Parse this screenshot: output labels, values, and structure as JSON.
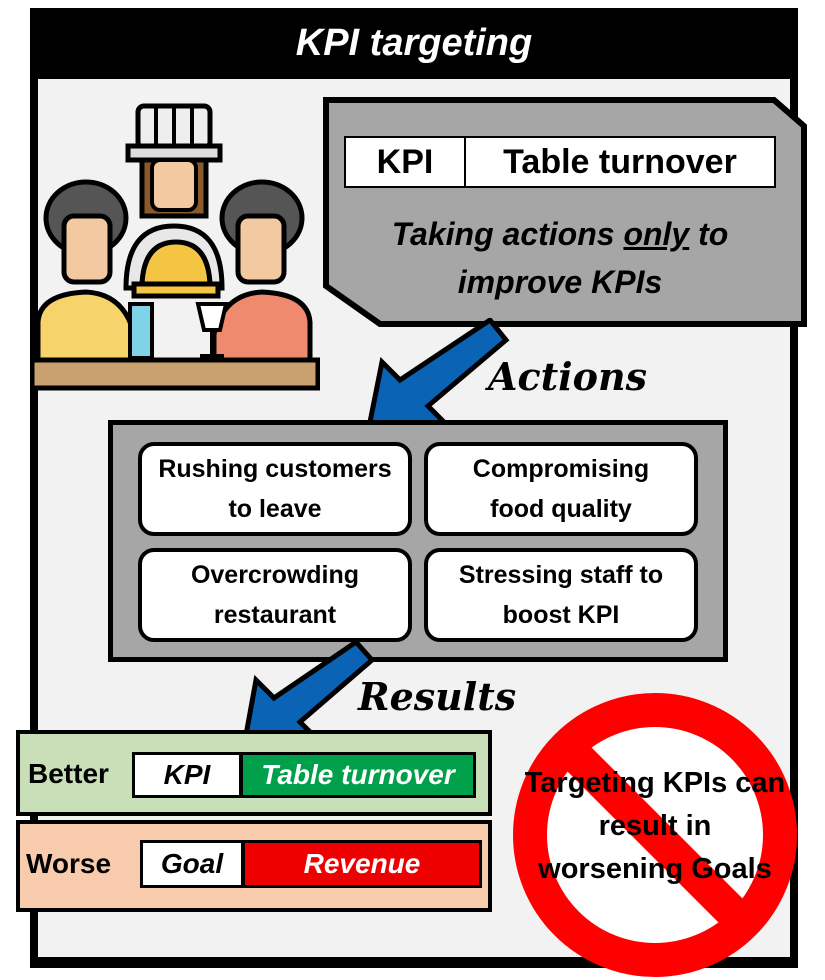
{
  "header": {
    "title": "KPI targeting"
  },
  "kpi_card": {
    "key": "KPI",
    "value": "Table turnover",
    "note_prefix": "Taking actions ",
    "note_emphasis": "only",
    "note_suffix_line1": " to",
    "note_line2": "improve KPIs"
  },
  "labels": {
    "actions": "Actions",
    "results": "Results"
  },
  "actions": {
    "items": [
      {
        "line1": "Rushing customers",
        "line2": "to leave"
      },
      {
        "line1": "Compromising",
        "line2": "food quality"
      },
      {
        "line1": "Overcrowding",
        "line2": "restaurant"
      },
      {
        "line1": "Stressing staff to",
        "line2": "boost KPI"
      }
    ]
  },
  "results": {
    "better": {
      "label": "Better",
      "key": "KPI",
      "value": "Table turnover"
    },
    "worse": {
      "label": "Worse",
      "key": "Goal",
      "value": "Revenue"
    }
  },
  "warning": {
    "line1": "Targeting KPIs can",
    "line2": "result in",
    "line3": "worsening Goals"
  },
  "colors": {
    "arrow_blue": "#0b63b5",
    "better_bg": "#c9dfb7",
    "worse_bg": "#f8cbad",
    "kpi_green": "#00a04a",
    "goal_red": "#ef0000",
    "prohibit_red": "#ff0000"
  },
  "icons": {
    "illustration": "restaurant-diners-chef-icon",
    "prohibit": "no-entry-icon",
    "arrow": "down-left-arrow-icon"
  }
}
